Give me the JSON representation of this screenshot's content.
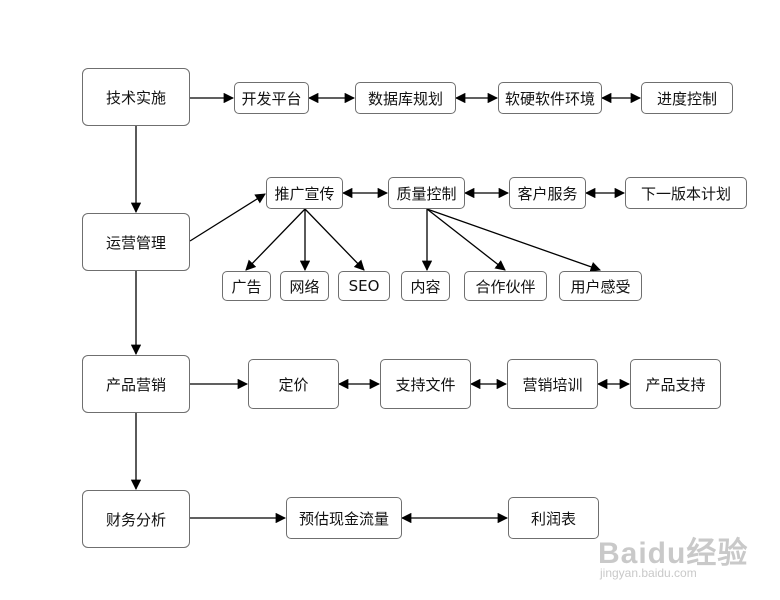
{
  "diagram": {
    "main_nodes": [
      {
        "id": "tech",
        "label": "技术实施"
      },
      {
        "id": "ops",
        "label": "运营管理"
      },
      {
        "id": "mkt",
        "label": "产品营销"
      },
      {
        "id": "fin",
        "label": "财务分析"
      }
    ],
    "tech_row": [
      "开发平台",
      "数据库规划",
      "软硬软件环境",
      "进度控制"
    ],
    "ops_row": [
      "推广宣传",
      "质量控制",
      "客户服务",
      "下一版本计划"
    ],
    "promo_children": [
      "广告",
      "网络",
      "SEO"
    ],
    "quality_children": [
      "内容",
      "合作伙伴",
      "用户感受"
    ],
    "mkt_row": [
      "定价",
      "支持文件",
      "营销培训",
      "产品支持"
    ],
    "fin_row": [
      "预估现金流量",
      "利润表"
    ]
  },
  "watermark": {
    "logo": "Baidu经验",
    "url": "jingyan.baidu.com"
  }
}
